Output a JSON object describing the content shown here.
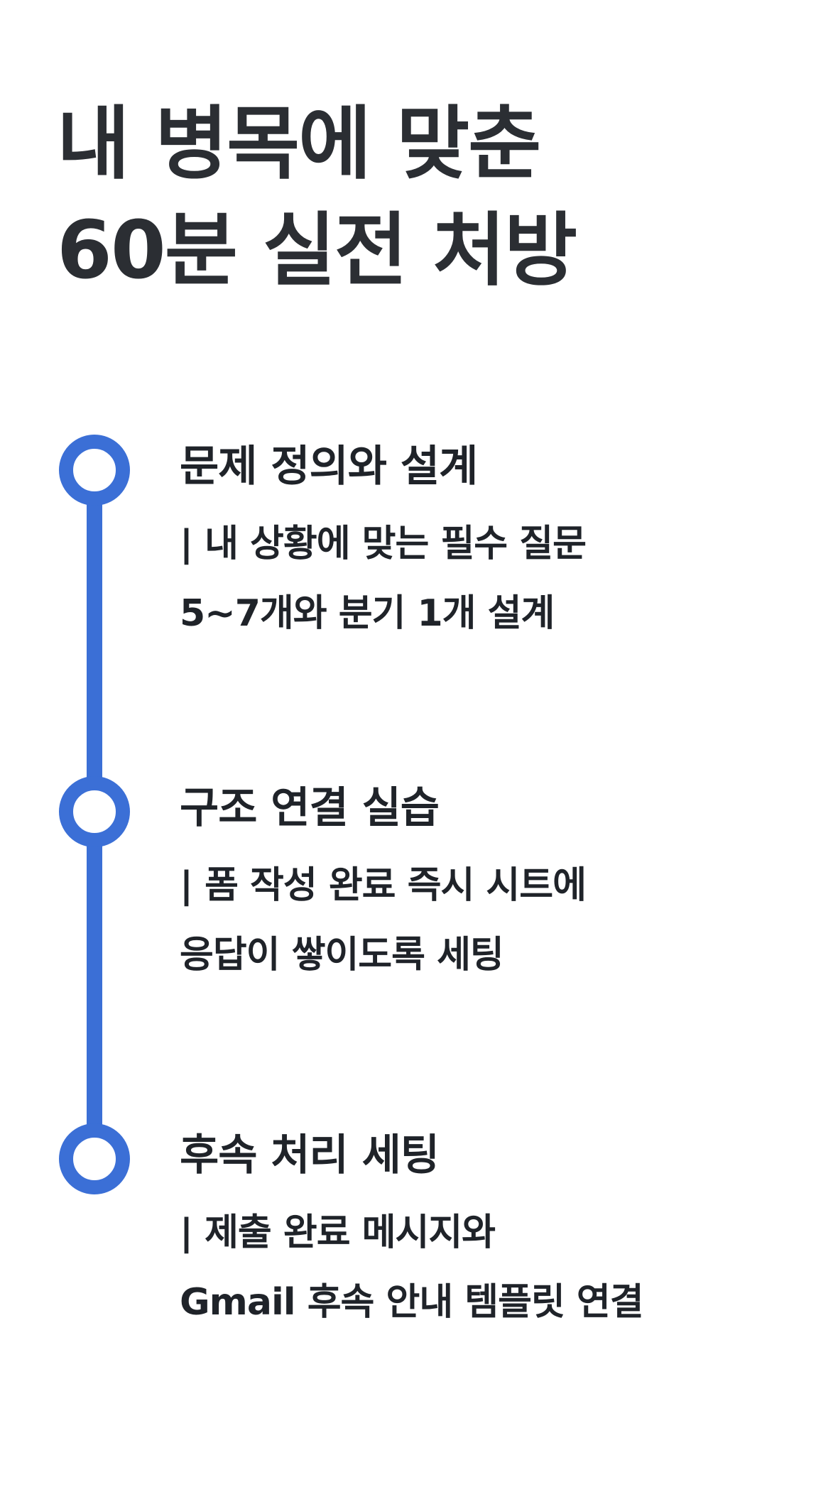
{
  "title": {
    "line1": "내 병목에 맞춘",
    "line2": "60분 실전 처방"
  },
  "steps": [
    {
      "heading": "문제 정의와 설계",
      "desc_line1": "| 내 상황에 맞는 필수 질문",
      "desc_line2": "5~7개와 분기 1개 설계"
    },
    {
      "heading": "구조 연결 실습",
      "desc_line1": "| 폼 작성 완료 즉시 시트에",
      "desc_line2": "응답이 쌓이도록 세팅"
    },
    {
      "heading": "후속 처리 세팅",
      "desc_line1": "| 제출 완료 메시지와",
      "desc_line2": "Gmail 후속 안내 템플릿 연결"
    }
  ],
  "colors": {
    "accent": "#3b6fd6",
    "text": "#1f2329",
    "background": "#ffffff"
  }
}
